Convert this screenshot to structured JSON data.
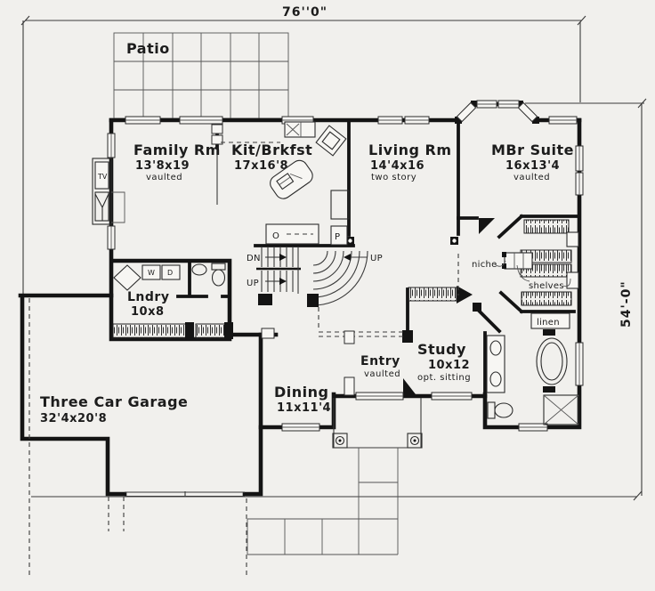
{
  "dimensions": {
    "width_label": "76''0\"",
    "height_label": "54'-0\""
  },
  "rooms": {
    "patio": {
      "name": "Patio"
    },
    "family": {
      "name": "Family Rm",
      "size": "13'8x19",
      "note": "vaulted"
    },
    "kitchen": {
      "name": "Kit/Brkfst",
      "size": "17x16'8"
    },
    "living": {
      "name": "Living Rm",
      "size": "14'4x16",
      "note": "two story"
    },
    "master": {
      "name": "MBr Suite",
      "size": "16x13'4",
      "note": "vaulted"
    },
    "laundry": {
      "name": "Lndry",
      "size": "10x8"
    },
    "entry": {
      "name": "Entry",
      "note": "vaulted"
    },
    "study": {
      "name": "Study",
      "size": "10x12",
      "note": "opt. sitting"
    },
    "dining": {
      "name": "Dining",
      "size": "11x11'4"
    },
    "garage": {
      "name": "Three Car Garage",
      "size": "32'4x20'8"
    }
  },
  "annotations": {
    "tv": "TV",
    "washer": "W",
    "dryer": "D",
    "oven": "O",
    "pantry": "P",
    "stairs_down": "DN",
    "stairs_up_left": "UP",
    "stairs_up_right": "UP",
    "niche": "niche",
    "shelves": "shelves",
    "linen": "linen"
  }
}
